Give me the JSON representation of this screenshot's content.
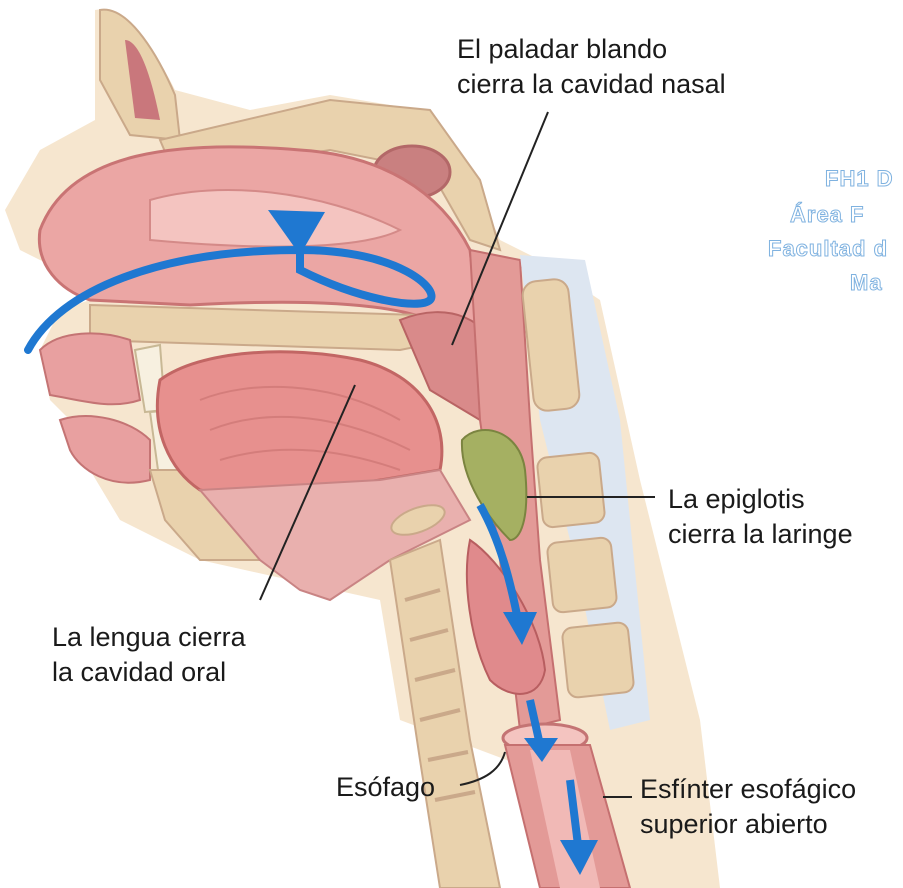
{
  "labels": {
    "soft_palate": "El paladar blando\ncierra la cavidad nasal",
    "epiglottis": "La epiglotis\ncierra la laringe",
    "tongue": "La lengua cierra\nla cavidad oral",
    "esophagus": "Esófago",
    "sphincter": "Esfínter esofágico\nsuperior abierto"
  },
  "watermark": {
    "line1": "FH1 D",
    "line2": "Área F",
    "line3": "Facultad d",
    "line4": "Ma"
  },
  "colors": {
    "bone": "#e9d2ad",
    "soft_tissue": "#e8a0a0",
    "mucosa": "#f1b9b6",
    "dark_tissue": "#c96a6a",
    "epiglottis": "#a5b062",
    "skin": "#f6e6cf",
    "vertebra_disc": "#dde6f1",
    "flow_arrow": "#1f78d1"
  }
}
